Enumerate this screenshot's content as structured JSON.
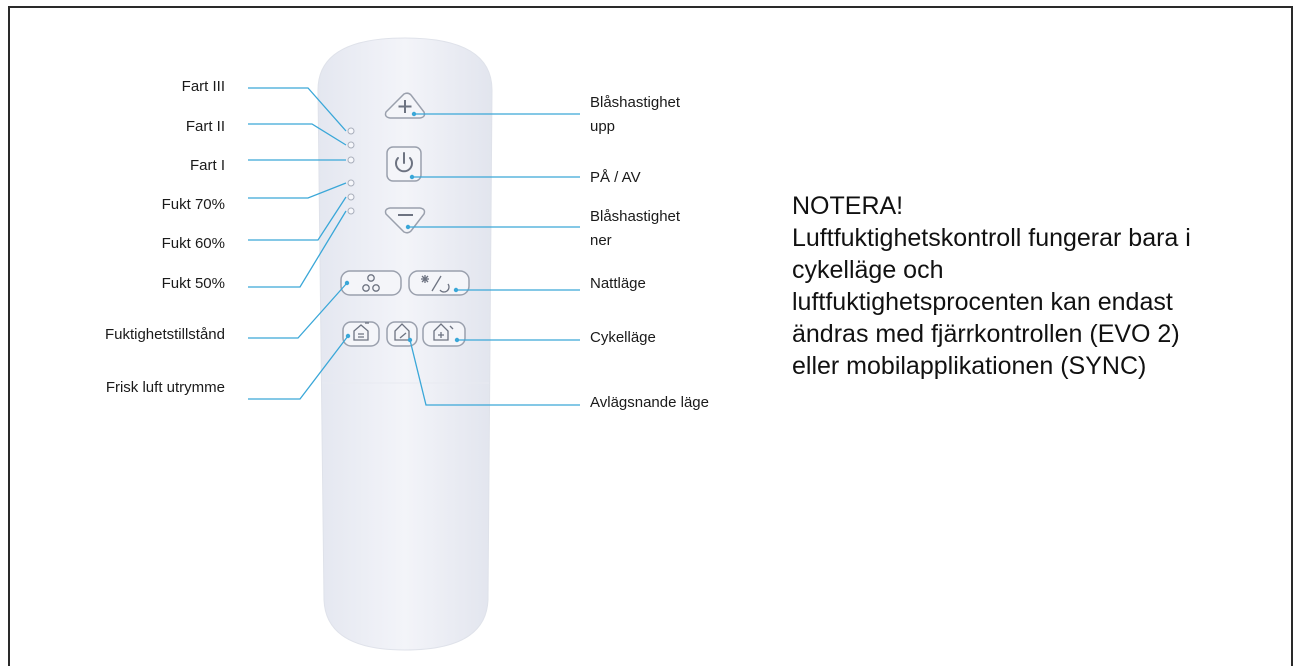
{
  "left_labels": {
    "fart3": "Fart III",
    "fart2": "Fart II",
    "fart1": "Fart I",
    "fukt70": "Fukt 70%",
    "fukt60": "Fukt 60%",
    "fukt50": "Fukt 50%",
    "fuktighetstillstand": "Fuktighetstillstånd",
    "frisk_luft": "Frisk luft utrymme"
  },
  "right_labels": {
    "blas_upp_line1": "Blåshastighet",
    "blas_upp_line2": "upp",
    "pa_av": "PÅ / AV",
    "blas_ner_line1": "Blåshastighet",
    "blas_ner_line2": "ner",
    "nattlage": "Nattläge",
    "cykellage": "Cykelläge",
    "avlagsnande": "Avlägsnande läge"
  },
  "note": {
    "title": "NOTERA!",
    "lines": [
      "Luftfuktighetskontroll fungerar bara i",
      "cykelläge och",
      "luftfuktighetsprocenten kan endast",
      "ändras med fjärrkontrollen (EVO 2)",
      "eller mobilapplikationen (SYNC)"
    ]
  },
  "icons": {
    "plus": "plus-icon",
    "power": "power-icon",
    "minus": "minus-icon",
    "humidity": "humidity-drops-icon",
    "night": "night-mode-icon",
    "fresh_air": "fresh-air-house-icon",
    "dehumidify": "dehumidify-house-icon",
    "cycle": "cycle-house-icon"
  },
  "colors": {
    "leader_line": "#3aa7d8",
    "remote_body": "#eef0f6",
    "button_outline": "#9aa0ad"
  }
}
